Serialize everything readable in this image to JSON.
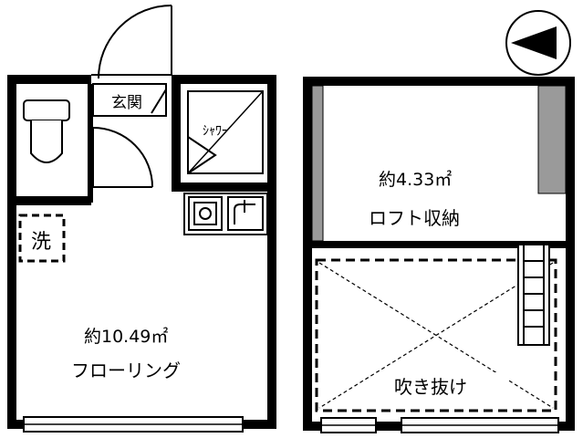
{
  "rooms": {
    "entrance": "玄関",
    "shower": "ｼｬﾜｰ",
    "washer": "洗",
    "main_area": "約10.49㎡",
    "main_type": "フローリング",
    "loft_area": "約4.33㎡",
    "loft_type": "ロフト収納",
    "void": "吹き抜け"
  },
  "compass": {
    "icon": "north-arrow-icon",
    "direction": "left"
  },
  "colors": {
    "wall": "#000000",
    "gray_wall": "#9a9a9a",
    "background": "#ffffff"
  }
}
